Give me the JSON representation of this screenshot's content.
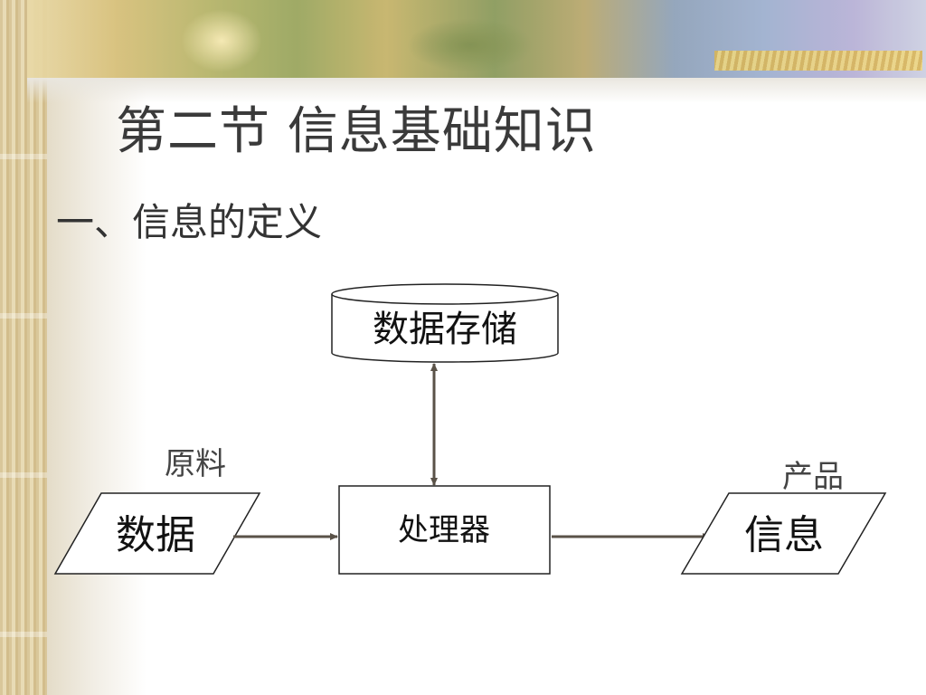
{
  "slide": {
    "title": "第二节 信息基础知识",
    "subtitle": "一、信息的定义"
  },
  "diagram": {
    "storage": {
      "label": "数据存储"
    },
    "input": {
      "label": "数据",
      "annotation": "原料"
    },
    "processor": {
      "label": "处理器"
    },
    "output": {
      "label": "信息",
      "annotation": "产品"
    }
  },
  "colors": {
    "arrow": "#5a5248",
    "shape_stroke": "#222222"
  }
}
